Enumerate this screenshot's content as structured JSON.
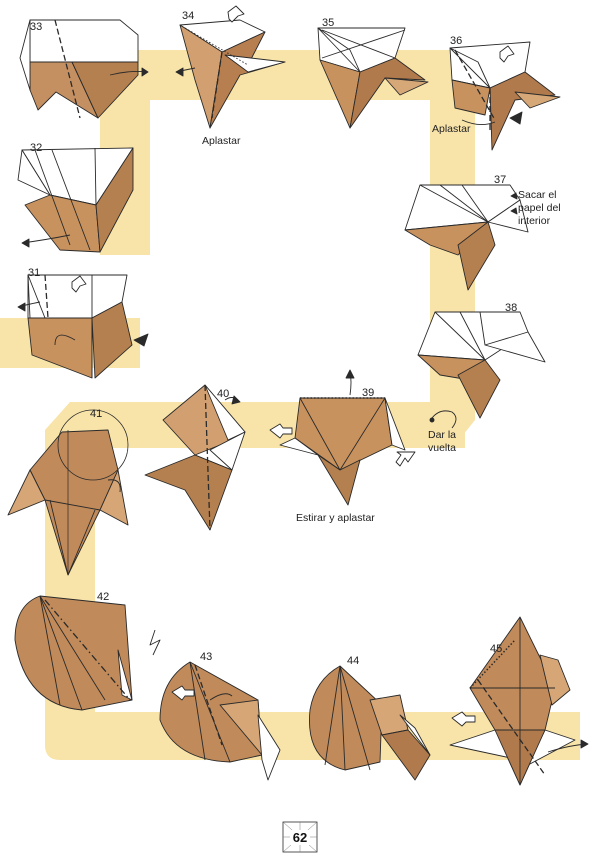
{
  "page": {
    "number": "62"
  },
  "steps": [
    {
      "n": "31"
    },
    {
      "n": "32"
    },
    {
      "n": "33"
    },
    {
      "n": "34"
    },
    {
      "n": "35"
    },
    {
      "n": "36"
    },
    {
      "n": "37"
    },
    {
      "n": "38"
    },
    {
      "n": "39"
    },
    {
      "n": "40"
    },
    {
      "n": "41"
    },
    {
      "n": "42"
    },
    {
      "n": "43"
    },
    {
      "n": "44"
    },
    {
      "n": "45"
    }
  ],
  "captions": {
    "aplastar_34": "Aplastar",
    "aplastar_36": "Aplastar",
    "sacar_1": "Sacar el",
    "sacar_2": "papel del",
    "sacar_3": "interior",
    "dar_1": "Dar la",
    "dar_2": "vuelta",
    "estirar": "Estirar y aplastar"
  },
  "colors": {
    "band": "#f8e3a9",
    "paper_dark": "#c08a5a",
    "paper_mid": "#d6a676",
    "paper_white": "#ffffff",
    "line": "#2a2a2a"
  }
}
